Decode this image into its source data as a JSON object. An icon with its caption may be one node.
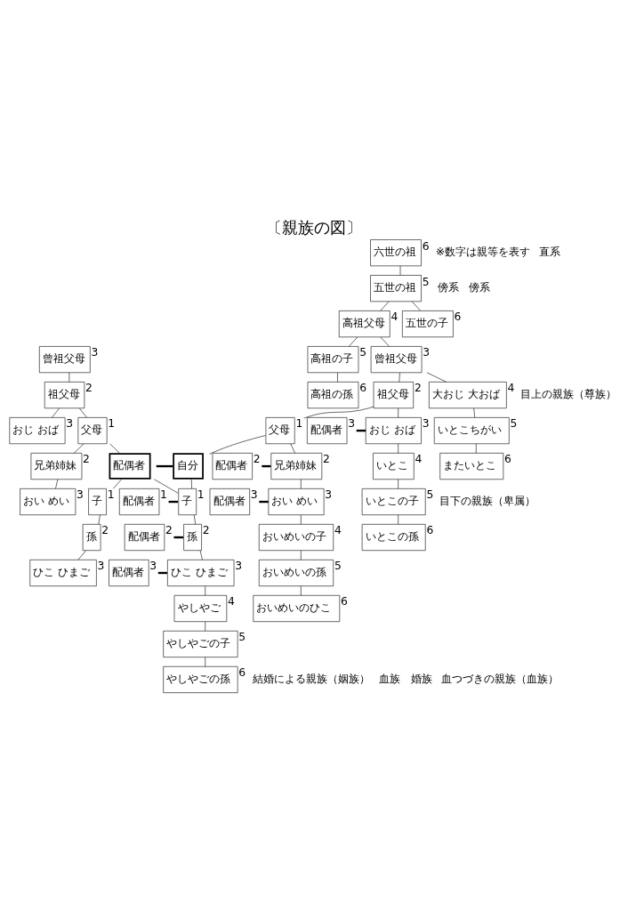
{
  "diagram": {
    "title": "〔親族の図〕",
    "nodes": [
      {
        "text": [
          "六世の祖"
        ],
        "beside": [
          "6"
        ]
      },
      {
        "text": [
          "五世の祖"
        ],
        "beside": [
          "5"
        ]
      },
      {
        "text": [
          "高祖父母"
        ],
        "beside": [
          "4"
        ]
      },
      {
        "text": [
          "五世の子"
        ],
        "beside": [
          "6"
        ]
      },
      {
        "text": [
          "曾祖父母"
        ],
        "beside": [
          "3"
        ]
      },
      {
        "text": [
          "曾祖父母"
        ],
        "beside": [
          "3"
        ]
      },
      {
        "text": [
          "高祖の子"
        ],
        "beside": [
          "5"
        ]
      },
      {
        "text": [
          "祖父母"
        ],
        "beside": [
          "2"
        ]
      },
      {
        "text": [
          "祖父母"
        ],
        "beside": [
          "2"
        ]
      },
      {
        "text": [
          "大おじ 大おば"
        ],
        "beside": [
          "4"
        ]
      },
      {
        "text": [
          "高祖の孫"
        ],
        "beside": [
          "6"
        ]
      },
      {
        "text": [
          "おじ おば"
        ],
        "beside": [
          "3"
        ]
      },
      {
        "text": [
          "父母"
        ],
        "beside": [
          "1"
        ]
      },
      {
        "text": [
          "父母"
        ],
        "beside": [
          "1"
        ]
      },
      {
        "text": [
          "配偶者"
        ],
        "beside": [
          "3"
        ]
      },
      {
        "text": [
          "おじ おば"
        ],
        "beside": [
          "3"
        ]
      },
      {
        "text": [
          "いとこちがい"
        ],
        "beside": [
          "5"
        ]
      },
      {
        "text": [
          "兄弟姉妹"
        ],
        "beside": [
          "2"
        ]
      },
      {
        "text": [
          "配偶者"
        ]
      },
      {
        "text": [
          "自分"
        ]
      },
      {
        "text": [
          "配偶者"
        ],
        "beside": [
          "2"
        ]
      },
      {
        "text": [
          "兄弟姉妹"
        ],
        "beside": [
          "2"
        ]
      },
      {
        "text": [
          "いとこ"
        ],
        "beside": [
          "4"
        ]
      },
      {
        "text": [
          "またいとこ"
        ],
        "beside": [
          "6"
        ]
      },
      {
        "text": [
          "おい めい"
        ],
        "beside": [
          "3"
        ]
      },
      {
        "text": [
          "子"
        ],
        "beside": [
          "1"
        ]
      },
      {
        "text": [
          "配偶者"
        ],
        "beside": [
          "1"
        ]
      },
      {
        "text": [
          "子"
        ],
        "beside": [
          "1"
        ]
      },
      {
        "text": [
          "配偶者"
        ],
        "beside": [
          "3"
        ]
      },
      {
        "text": [
          "おい めい"
        ],
        "beside": [
          "3"
        ]
      },
      {
        "text": [
          "いとこの子"
        ],
        "beside": [
          "5"
        ]
      },
      {
        "text": [
          "孫"
        ],
        "beside": [
          "2"
        ]
      },
      {
        "text": [
          "配偶者"
        ],
        "beside": [
          "2"
        ]
      },
      {
        "text": [
          "孫"
        ],
        "beside": [
          "2"
        ]
      },
      {
        "text": [
          "おいめいの子"
        ],
        "beside": [
          "4"
        ]
      },
      {
        "text": [
          "いとこの孫"
        ],
        "beside": [
          "6"
        ]
      },
      {
        "text": [
          "ひこ ひまご"
        ],
        "beside": [
          "3"
        ]
      },
      {
        "text": [
          "配偶者"
        ],
        "beside": [
          "3"
        ]
      },
      {
        "text": [
          "ひこ ひまご"
        ],
        "beside": [
          "3"
        ]
      },
      {
        "text": [
          "おいめいの孫"
        ],
        "beside": [
          "5"
        ]
      },
      {
        "text": [
          "やしやご"
        ],
        "beside": [
          "4"
        ]
      },
      {
        "text": [
          "おいめいのひこ"
        ],
        "beside": [
          "6"
        ]
      },
      {
        "text": [
          "やしやごの子"
        ],
        "beside": [
          "5"
        ]
      },
      {
        "text": [
          "やしやごの孫"
        ],
        "beside": [
          "6"
        ]
      }
    ],
    "edges": [
      {
        "from": 0,
        "to": 1,
        "arrow": "none"
      },
      {
        "from": 1,
        "to": 2,
        "arrow": "none"
      },
      {
        "from": 1,
        "to": 3,
        "arrow": "none"
      },
      {
        "from": 2,
        "to": 5,
        "arrow": "none"
      },
      {
        "from": 2,
        "to": 6,
        "arrow": "none"
      },
      {
        "from": 6,
        "to": 10,
        "arrow": "none"
      },
      {
        "from": 5,
        "to": 8,
        "arrow": "none"
      },
      {
        "from": 5,
        "to": 9,
        "arrow": "none"
      },
      {
        "from": 9,
        "to": 16,
        "arrow": "none"
      },
      {
        "from": 16,
        "to": 23,
        "arrow": "none"
      },
      {
        "from": 4,
        "to": 7,
        "arrow": "none"
      },
      {
        "from": 7,
        "to": 11,
        "arrow": "none"
      },
      {
        "from": 7,
        "to": 12,
        "arrow": "none"
      },
      {
        "from": 12,
        "to": 17,
        "arrow": "none"
      },
      {
        "from": 12,
        "to": 18,
        "arrow": "none"
      },
      {
        "from": 17,
        "to": 24,
        "arrow": "none"
      },
      {
        "from": 18,
        "to": 25,
        "arrow": "none"
      },
      {
        "from": 25,
        "to": 31,
        "arrow": "none"
      },
      {
        "from": 31,
        "to": 36,
        "arrow": "none"
      },
      {
        "from": 8,
        "to": 13,
        "arrow": "none"
      },
      {
        "from": 8,
        "to": 15,
        "arrow": "none"
      },
      {
        "from": 14,
        "to": 15,
        "arrow": "none",
        "style": "thick"
      },
      {
        "from": 15,
        "to": 22,
        "arrow": "none"
      },
      {
        "from": 22,
        "to": 30,
        "arrow": "none"
      },
      {
        "from": 30,
        "to": 35,
        "arrow": "none"
      },
      {
        "from": 13,
        "to": 19,
        "arrow": "none"
      },
      {
        "from": 13,
        "to": 21,
        "arrow": "none"
      },
      {
        "from": 20,
        "to": 21,
        "arrow": "none",
        "style": "thick"
      },
      {
        "from": 21,
        "to": 29,
        "arrow": "none"
      },
      {
        "from": 28,
        "to": 29,
        "arrow": "none",
        "style": "thick"
      },
      {
        "from": 29,
        "to": 34,
        "arrow": "none"
      },
      {
        "from": 34,
        "to": 39,
        "arrow": "none"
      },
      {
        "from": 39,
        "to": 41,
        "arrow": "none"
      },
      {
        "from": 18,
        "to": 19,
        "arrow": "none",
        "style": "thick"
      },
      {
        "from": 18,
        "to": 27,
        "arrow": "none"
      },
      {
        "from": 19,
        "to": 27,
        "arrow": "none"
      },
      {
        "from": 26,
        "to": 27,
        "arrow": "none",
        "style": "thick"
      },
      {
        "from": 27,
        "to": 33,
        "arrow": "none"
      },
      {
        "from": 32,
        "to": 33,
        "arrow": "none",
        "style": "thick"
      },
      {
        "from": 33,
        "to": 38,
        "arrow": "none"
      },
      {
        "from": 37,
        "to": 38,
        "arrow": "none",
        "style": "thick"
      },
      {
        "from": 38,
        "to": 40,
        "arrow": "none"
      },
      {
        "from": 40,
        "to": 42,
        "arrow": "none"
      },
      {
        "from": 42,
        "to": 43,
        "arrow": "none"
      }
    ],
    "labels": [
      "※数字は親等を表す",
      "傍系",
      "直系",
      "傍系",
      "目上の親族（尊族）",
      "目下の親族（卑属）",
      "結婚による親族（姻族）",
      "血族",
      "婚族",
      "血つづきの親族（血族）"
    ]
  }
}
